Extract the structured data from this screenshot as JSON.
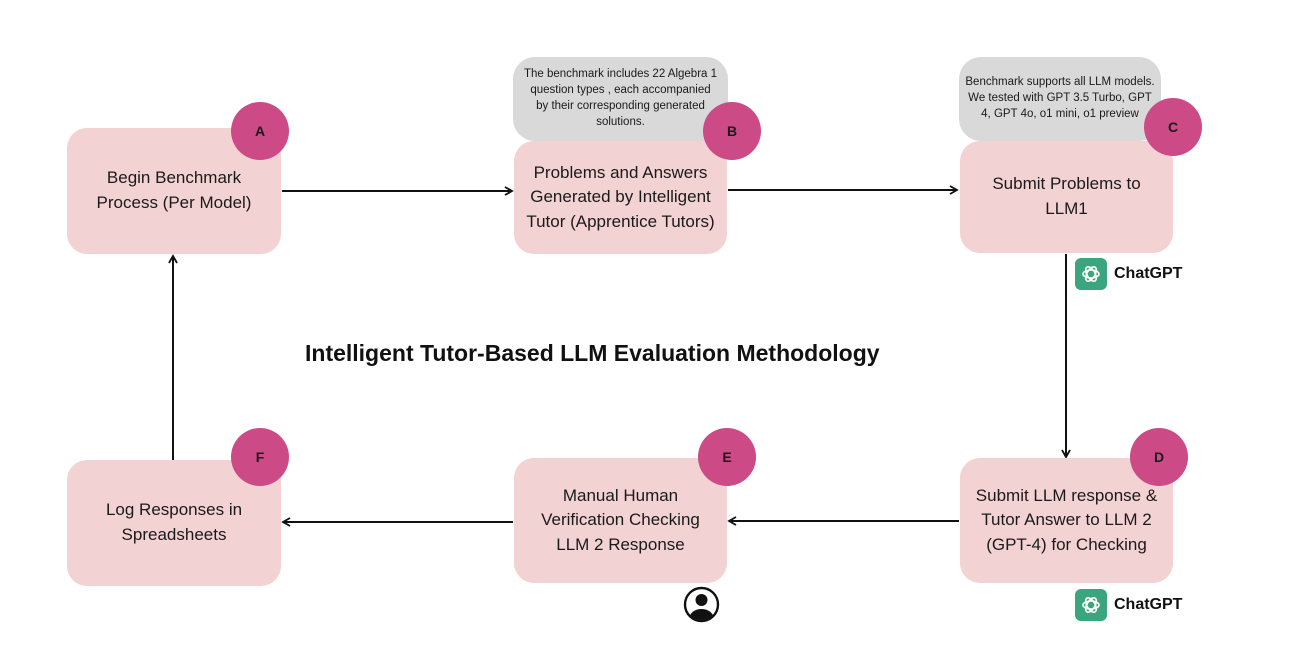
{
  "title": "Intelligent Tutor-Based LLM Evaluation Methodology",
  "colors": {
    "box_fill": "#f3d2d3",
    "badge_fill": "#cc4a86",
    "note_fill": "#d9d9d9",
    "chatgpt_logo": "#3aa57f"
  },
  "steps": [
    {
      "badge": "A",
      "text": "Begin Benchmark Process (Per Model)"
    },
    {
      "badge": "B",
      "text": "Problems and Answers Generated by Intelligent Tutor (Apprentice Tutors)"
    },
    {
      "badge": "C",
      "text": "Submit Problems to LLM1"
    },
    {
      "badge": "D",
      "text": "Submit LLM response & Tutor Answer to LLM 2 (GPT-4) for Checking"
    },
    {
      "badge": "E",
      "text": "Manual Human Verification Checking LLM 2 Response"
    },
    {
      "badge": "F",
      "text": "Log Responses in Spreadsheets"
    }
  ],
  "notes": {
    "b": "The benchmark includes 22 Algebra 1 question types , each accompanied by their corresponding generated solutions.",
    "c": "Benchmark supports all LLM models. We tested with GPT 3.5 Turbo, GPT 4, GPT 4o, o1 mini, o1 preview"
  },
  "chatgpt_label": "ChatGPT",
  "icons": {
    "chatgpt": "chatgpt-icon",
    "human": "user-icon"
  }
}
